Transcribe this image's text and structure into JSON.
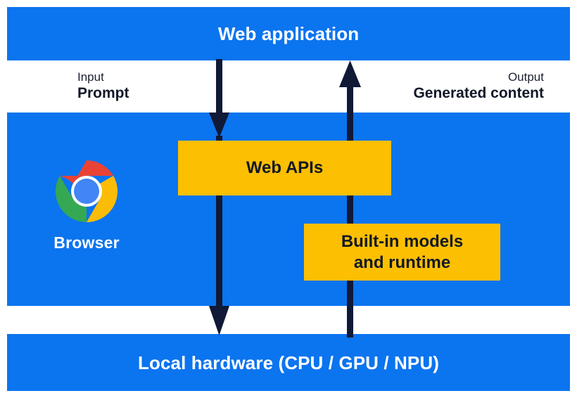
{
  "diagram": {
    "title": "Web application",
    "colors": {
      "blue": "#0B74EF",
      "yellow": "#FDBF01",
      "ink": "#111827",
      "arrow": "#101935",
      "white": "#FFFFFF"
    },
    "bands": {
      "web_application": {
        "label": "Web application"
      },
      "browser": {
        "label": "Browser"
      },
      "local_hardware": {
        "label": "Local hardware (CPU / GPU / NPU)"
      }
    },
    "io": {
      "input": {
        "kicker": "Input",
        "value": "Prompt"
      },
      "output": {
        "kicker": "Output",
        "value": "Generated content"
      }
    },
    "boxes": {
      "web_apis": {
        "label": "Web APIs"
      },
      "builtin_models": {
        "line1": "Built-in models",
        "line2": "and runtime"
      }
    },
    "icons": {
      "browser": "chrome-logo-icon",
      "down_flow": "arrow-down-icon",
      "up_flow": "arrow-up-icon"
    },
    "chrome_logo_colors": {
      "red": "#EA4335",
      "yellow": "#FBBC05",
      "green": "#34A853",
      "blue": "#4285F4",
      "ring": "#FFFFFF"
    }
  }
}
